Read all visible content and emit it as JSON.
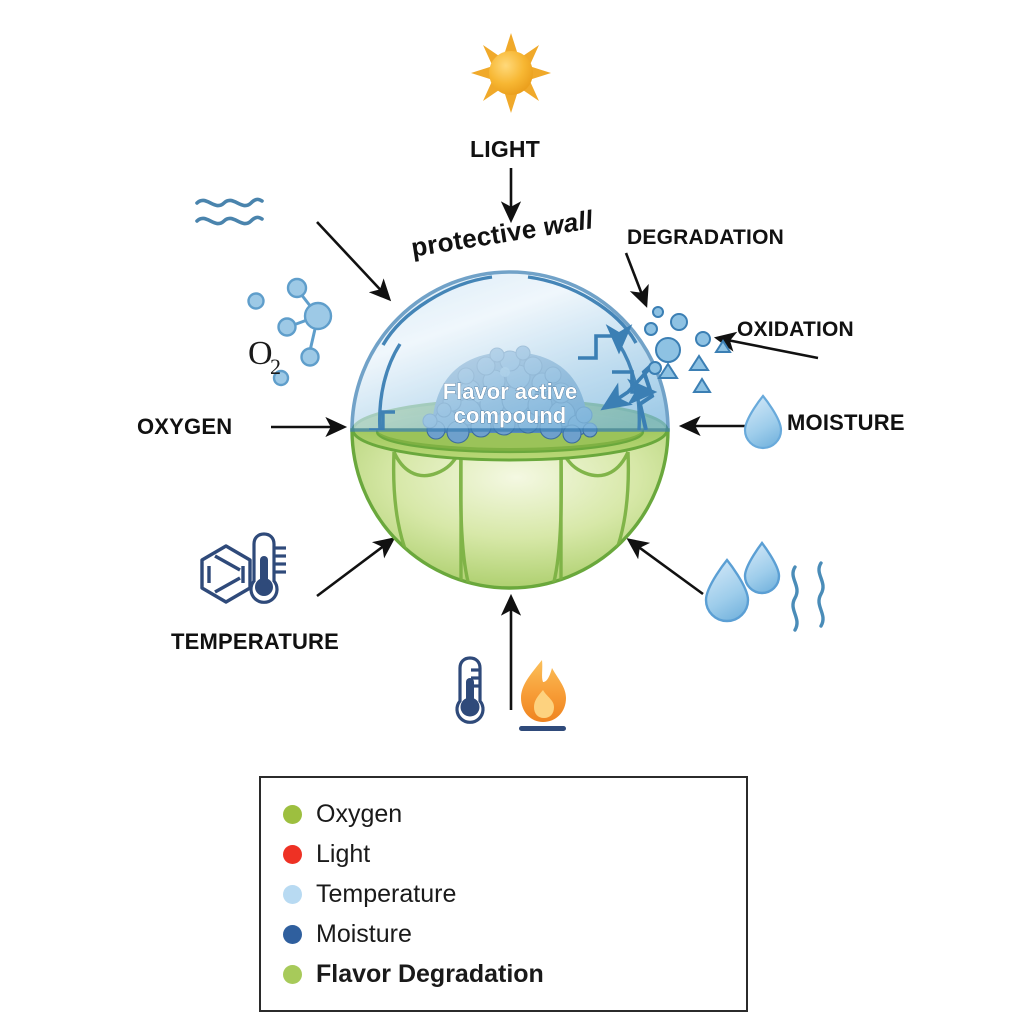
{
  "diagram": {
    "title_labels": {
      "light": "LIGHT",
      "degradation": "DEGRADATION",
      "oxidation": "OXIDATION",
      "oxygen": "OXYGEN",
      "moisture": "MOISTURE",
      "temperature": "TEMPERATURE"
    },
    "capsule": {
      "wall_label_plain": "protective ",
      "wall_label_italic": "wall",
      "core_label_line1": "Flavor active",
      "core_label_line2": "compound",
      "molecule_label": "O",
      "molecule_subscript": "2"
    },
    "colors": {
      "dome_stroke": "#3b7fb4",
      "dome_fill_light": "#eaf4fb",
      "dome_fill_mid": "#9ccbe8",
      "bowl_stroke": "#6aa83c",
      "bowl_fill_light": "#f1f6dc",
      "bowl_fill_mid": "#a9cf6a",
      "particle_fill": "#7fb4da",
      "particle_stroke": "#3b7fb4",
      "core_sphere": "#4a7fae",
      "sun": "#f5a623",
      "flame": "#f9a03c",
      "droplet": "#9ecdeb",
      "icon_navy": "#2f4a7a",
      "arrow": "#111111"
    }
  },
  "legend": {
    "items": [
      {
        "label": "Oxygen",
        "color": "#9dbf3f",
        "emphasis": false
      },
      {
        "label": "Light",
        "color": "#ee3124",
        "emphasis": false
      },
      {
        "label": "Temperature",
        "color": "#b8daf2",
        "emphasis": false
      },
      {
        "label": "Moisture",
        "color": "#2f5f9e",
        "emphasis": false
      },
      {
        "label": "Flavor Degradation",
        "color": "#a7ca5a",
        "emphasis": true
      }
    ]
  }
}
